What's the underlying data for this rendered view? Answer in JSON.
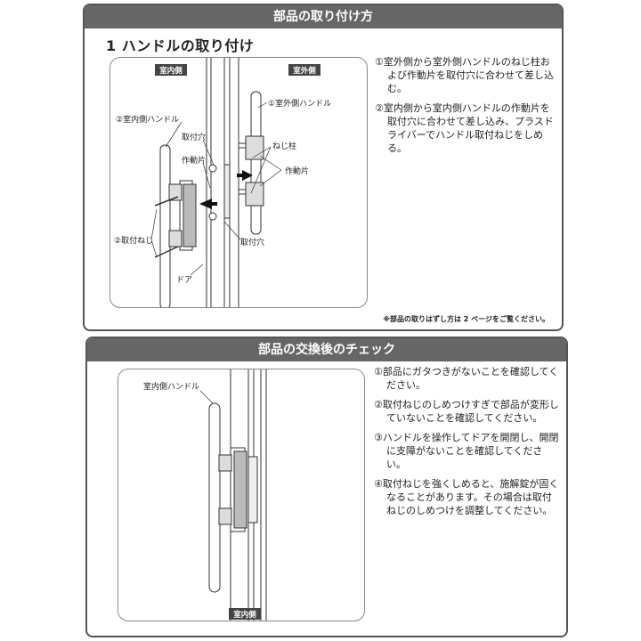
{
  "section1": {
    "title": "部品の取り付け方",
    "step_title": "1 ハンドルの取り付け",
    "figure": {
      "tag_indoor": "室内側",
      "tag_outdoor": "室外側",
      "label_outdoor_handle": "①室外側ハンドル",
      "label_indoor_handle": "②室内側ハンドル",
      "label_mount_hole_top": "取付穴",
      "label_actuator_left": "作動片",
      "label_screw_post": "ねじ柱",
      "label_actuator_right": "作動片",
      "label_screw": "②取付ねじ",
      "label_door": "ドア",
      "label_mount_hole_bottom": "取付穴"
    },
    "steps": [
      "①室外側から室外側ハンドルのねじ柱および作動片を取付穴に合わせて差し込む。",
      "②室内側から室内側ハンドルの作動片を取付穴に合わせて差し込み、プラスドライバーでハンドル取付ねじをしめる。"
    ],
    "note": "※部品の取りはずし方は 2 ページをご覧ください。"
  },
  "section2": {
    "title": "部品の交換後のチェック",
    "figure": {
      "label_indoor_handle": "室内側ハンドル",
      "tag_indoor": "室内側"
    },
    "steps": [
      "①部品にガタつきがないことを確認してください。",
      "②取付ねじのしめつけすぎで部品が変形していないことを確認してください。",
      "③ハンドルを操作してドアを開閉し、開閉に支障がないことを確認してください。",
      "④取付ねじを強くしめると、施解錠が固くなることがあります。その場合は取付ねじのしめつけを調整してください。"
    ]
  }
}
